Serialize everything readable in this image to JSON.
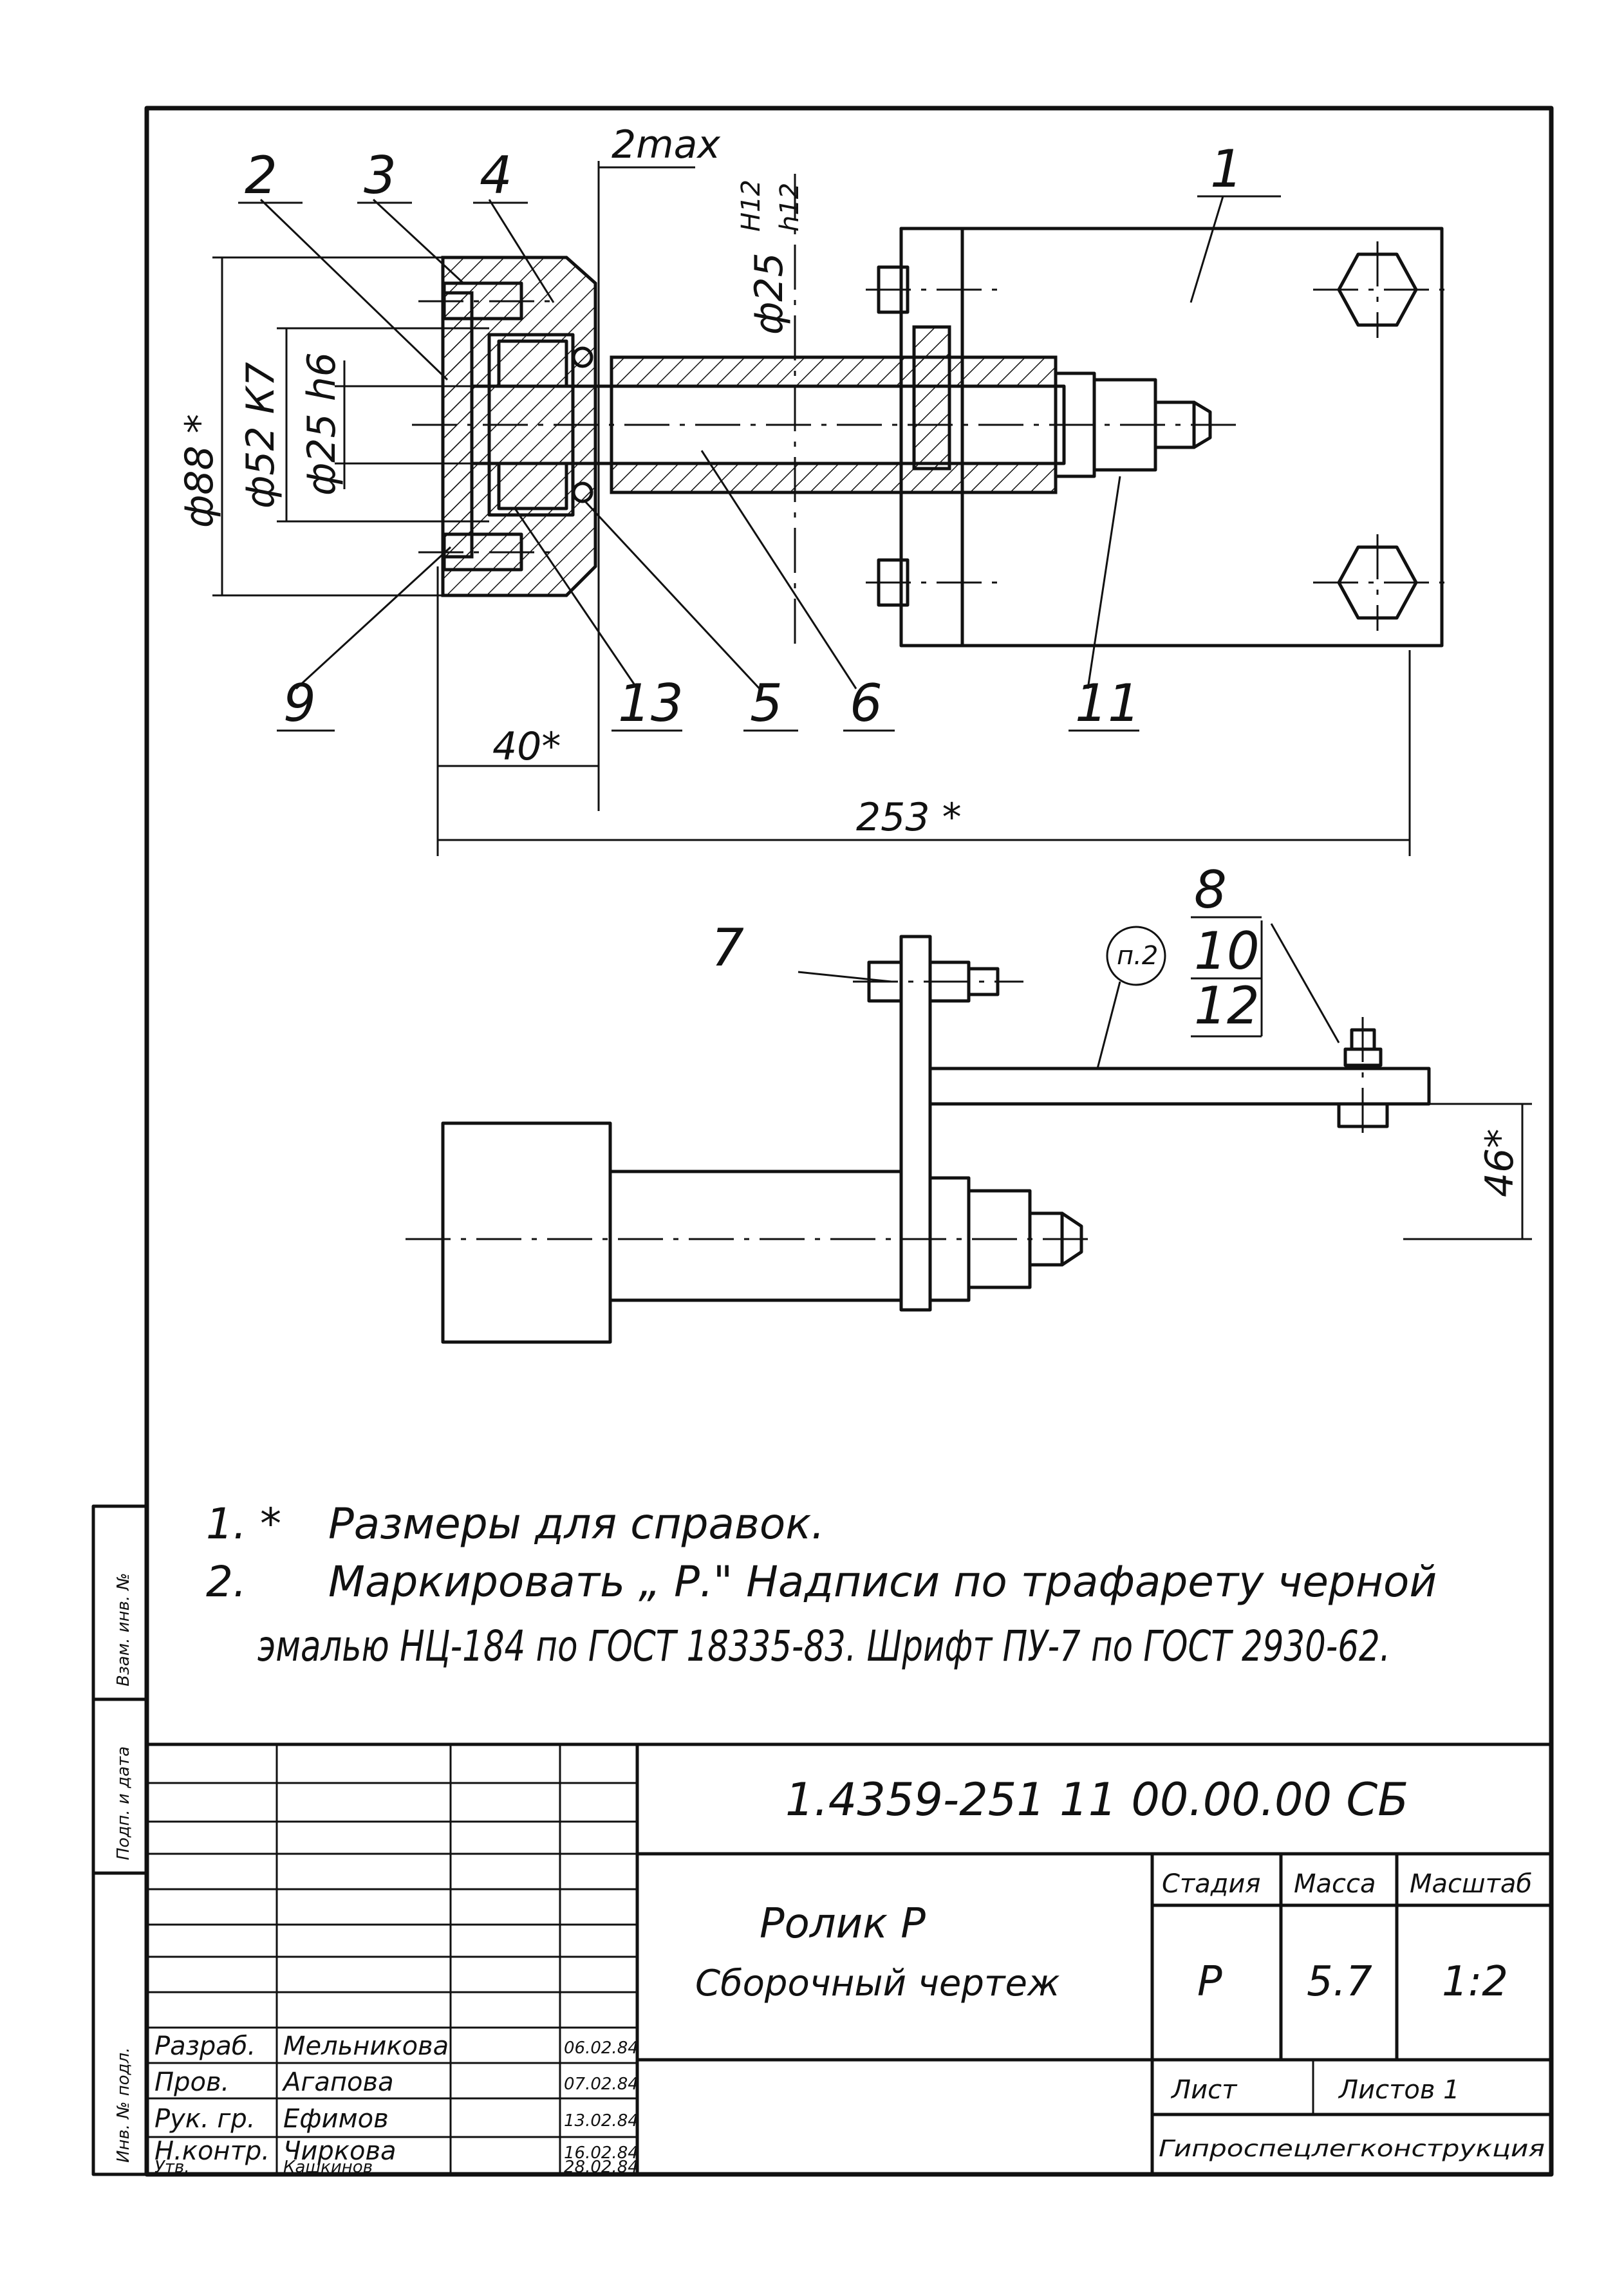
{
  "drawing": {
    "parts": [
      "1",
      "2",
      "3",
      "4",
      "5",
      "6",
      "7",
      "8",
      "9",
      "10",
      "11",
      "12",
      "13"
    ],
    "dimensions": {
      "gap_max": "2max",
      "fit_top": "H12",
      "fit_bottom": "h12",
      "bore_fit": "ф25",
      "outer_diameter": "ф88 *",
      "housing_fit": "ф52 К7",
      "shaft_fit": "ф25 h6",
      "width": "40*",
      "overall_length": "253 *",
      "offset": "46*"
    },
    "weld_callout": "п.2"
  },
  "notes": [
    {
      "num": "1. *",
      "text": "Размеры для справок."
    },
    {
      "num": "2.",
      "text": "Маркировать „ Р.\" Надписи по трафарету черной"
    },
    {
      "num": "",
      "text": "эмалью НЦ-184 по ГОСТ 18335-83. Шрифт ПУ-7 по ГОСТ 2930-62."
    }
  ],
  "side_stamps": [
    "Инв. № подл.",
    "Подп. и дата",
    "Взам. инв. №"
  ],
  "title_block": {
    "designation": "1.4359-251 11 00.00.00 СБ",
    "name_line1": "Ролик Р",
    "name_line2": "Сборочный чертеж",
    "headers": {
      "stage": "Стадия",
      "mass": "Масса",
      "scale": "Масштаб"
    },
    "values": {
      "stage": "Р",
      "mass": "5.7",
      "scale": "1:2"
    },
    "sheet": "Лист",
    "sheets": "Листов 1",
    "organization": "Гипроспецлегконструкция",
    "roles": [
      {
        "role": "Разраб.",
        "name": "Мельникова",
        "date": "06.02.84"
      },
      {
        "role": "Пров.",
        "name": "Агапова",
        "date": "07.02.84"
      },
      {
        "role": "Рук. гр.",
        "name": "Ефимов",
        "date": "13.02.84"
      },
      {
        "role": "Н.контр.",
        "name": "Чиркова",
        "date": "16.02.84"
      },
      {
        "role": "Утв.",
        "name": "Кашкинов",
        "date": "28.02.84"
      }
    ]
  }
}
